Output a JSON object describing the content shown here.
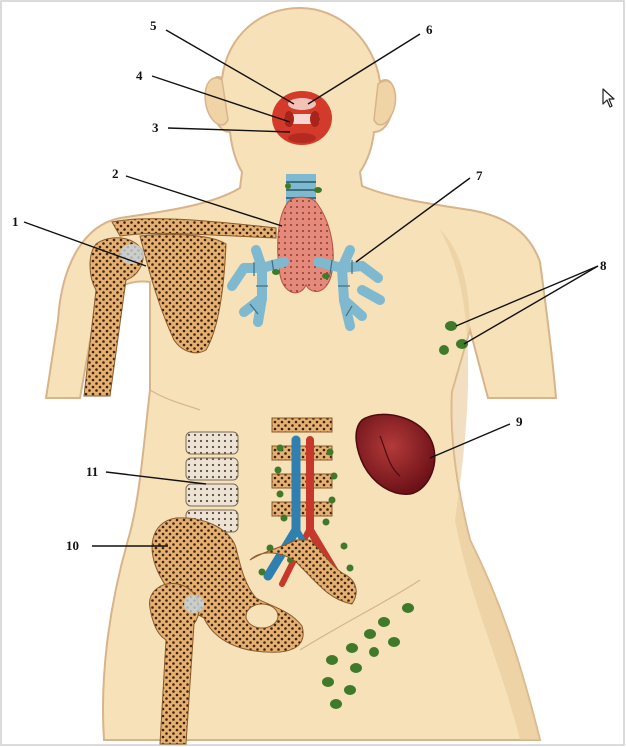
{
  "labels": {
    "l1": "1",
    "l2": "2",
    "l3": "3",
    "l4": "4",
    "l5": "5",
    "l6": "6",
    "l7": "7",
    "l8": "8",
    "l9": "9",
    "l10": "10",
    "l11": "11"
  },
  "colors": {
    "skin": "#f6e1b8",
    "skin_shade": "#e9c99a",
    "bone": "#e5b070",
    "bone_dots": "#3a2410",
    "thymus": "#e58a7a",
    "tonsil": "#d43a2a",
    "bronchi": "#7fb9cf",
    "node": "#3f7a2a",
    "spleen": "#8a1b22",
    "vein": "#2f7fb0",
    "artery": "#c6372c"
  },
  "icons": {
    "cursor": "mouse-pointer-icon"
  }
}
